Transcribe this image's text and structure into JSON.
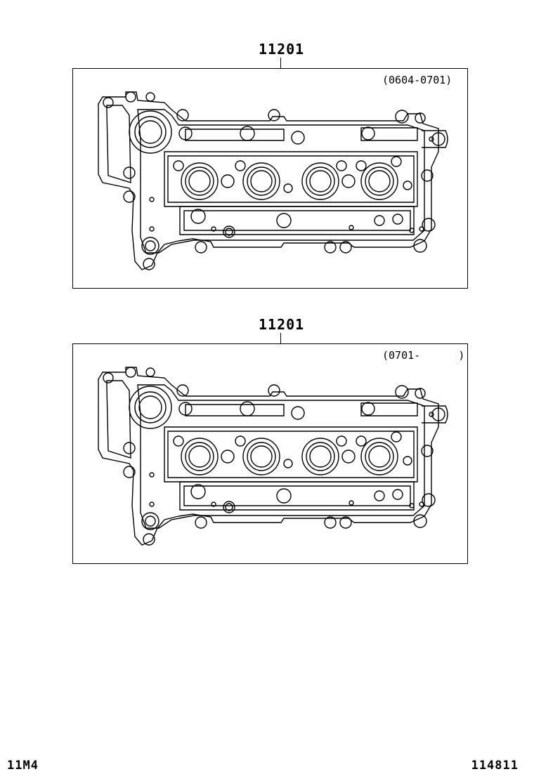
{
  "diagrams": [
    {
      "part_number": "11201",
      "production_range": "(0604-0701)"
    },
    {
      "part_number": "11201",
      "production_range": "(0701-      )"
    }
  ],
  "footer": {
    "left_code": "11M4",
    "right_code": "114811"
  },
  "colors": {
    "line": "#000000",
    "background": "#ffffff"
  }
}
